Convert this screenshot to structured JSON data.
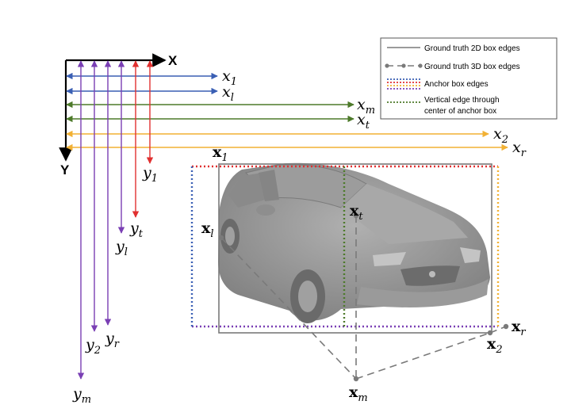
{
  "axes": {
    "x_label": "X",
    "y_label": "Y"
  },
  "horizontal_vars": [
    {
      "id": "x1",
      "main": "x",
      "sub": "1",
      "color": "#3a5fb4"
    },
    {
      "id": "xl",
      "main": "x",
      "sub": "l",
      "color": "#3a5fb4"
    },
    {
      "id": "xm",
      "main": "x",
      "sub": "m",
      "color": "#4d7a2a"
    },
    {
      "id": "xt",
      "main": "x",
      "sub": "t",
      "color": "#4d7a2a"
    },
    {
      "id": "x2",
      "main": "x",
      "sub": "2",
      "color": "#f2b134"
    },
    {
      "id": "xr",
      "main": "x",
      "sub": "r",
      "color": "#f2b134"
    }
  ],
  "vertical_vars": [
    {
      "id": "ym",
      "main": "y",
      "sub": "m",
      "color": "#7a3fb4"
    },
    {
      "id": "y2",
      "main": "y",
      "sub": "2",
      "color": "#7a3fb4"
    },
    {
      "id": "yr",
      "main": "y",
      "sub": "r",
      "color": "#7a3fb4"
    },
    {
      "id": "yl",
      "main": "y",
      "sub": "l",
      "color": "#7a3fb4"
    },
    {
      "id": "yt",
      "main": "y",
      "sub": "t",
      "color": "#e03030"
    },
    {
      "id": "y1",
      "main": "y",
      "sub": "1",
      "color": "#e03030"
    }
  ],
  "points": [
    {
      "id": "x1",
      "main": "x",
      "sub": "1"
    },
    {
      "id": "xt",
      "main": "x",
      "sub": "t"
    },
    {
      "id": "xl",
      "main": "x",
      "sub": "l"
    },
    {
      "id": "xr",
      "main": "x",
      "sub": "r"
    },
    {
      "id": "x2",
      "main": "x",
      "sub": "2"
    },
    {
      "id": "xm",
      "main": "x",
      "sub": "m"
    }
  ],
  "legend": [
    {
      "label": "Ground truth 2D box edges",
      "style": "solid-gray"
    },
    {
      "label": "Ground truth 3D box edges",
      "style": "dashed-gray-dots"
    },
    {
      "label": "Anchor box edges",
      "style": "multicolor-dotted"
    },
    {
      "label_line1": "Vertical edge through",
      "label_line2": "center of anchor box",
      "style": "green-dotted"
    }
  ],
  "colors": {
    "blue": "#3a5fb4",
    "green": "#4d7a2a",
    "orange": "#f2b134",
    "purple": "#7a3fb4",
    "red": "#e03030",
    "gt_gray": "#777777",
    "car_gray": "#8f8f8f"
  }
}
